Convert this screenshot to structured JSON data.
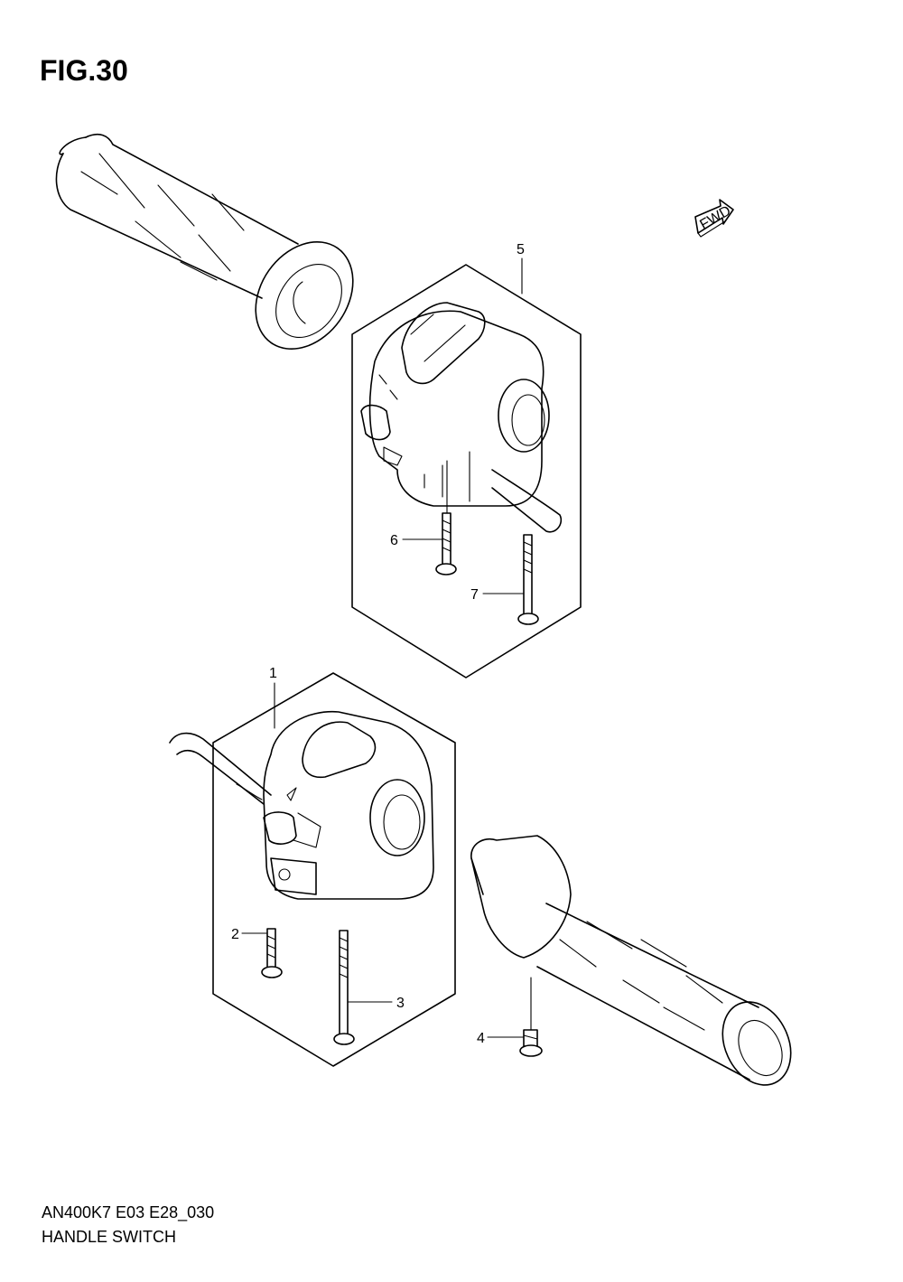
{
  "figure": {
    "title": "FIG.30"
  },
  "footer": {
    "model_code": "AN400K7 E03 E28_030",
    "diagram_name": "HANDLE SWITCH"
  },
  "fwd_marker": {
    "label": "FWD"
  },
  "callouts": [
    {
      "number": "1"
    },
    {
      "number": "2"
    },
    {
      "number": "3"
    },
    {
      "number": "4"
    },
    {
      "number": "5"
    },
    {
      "number": "6"
    },
    {
      "number": "7"
    }
  ]
}
